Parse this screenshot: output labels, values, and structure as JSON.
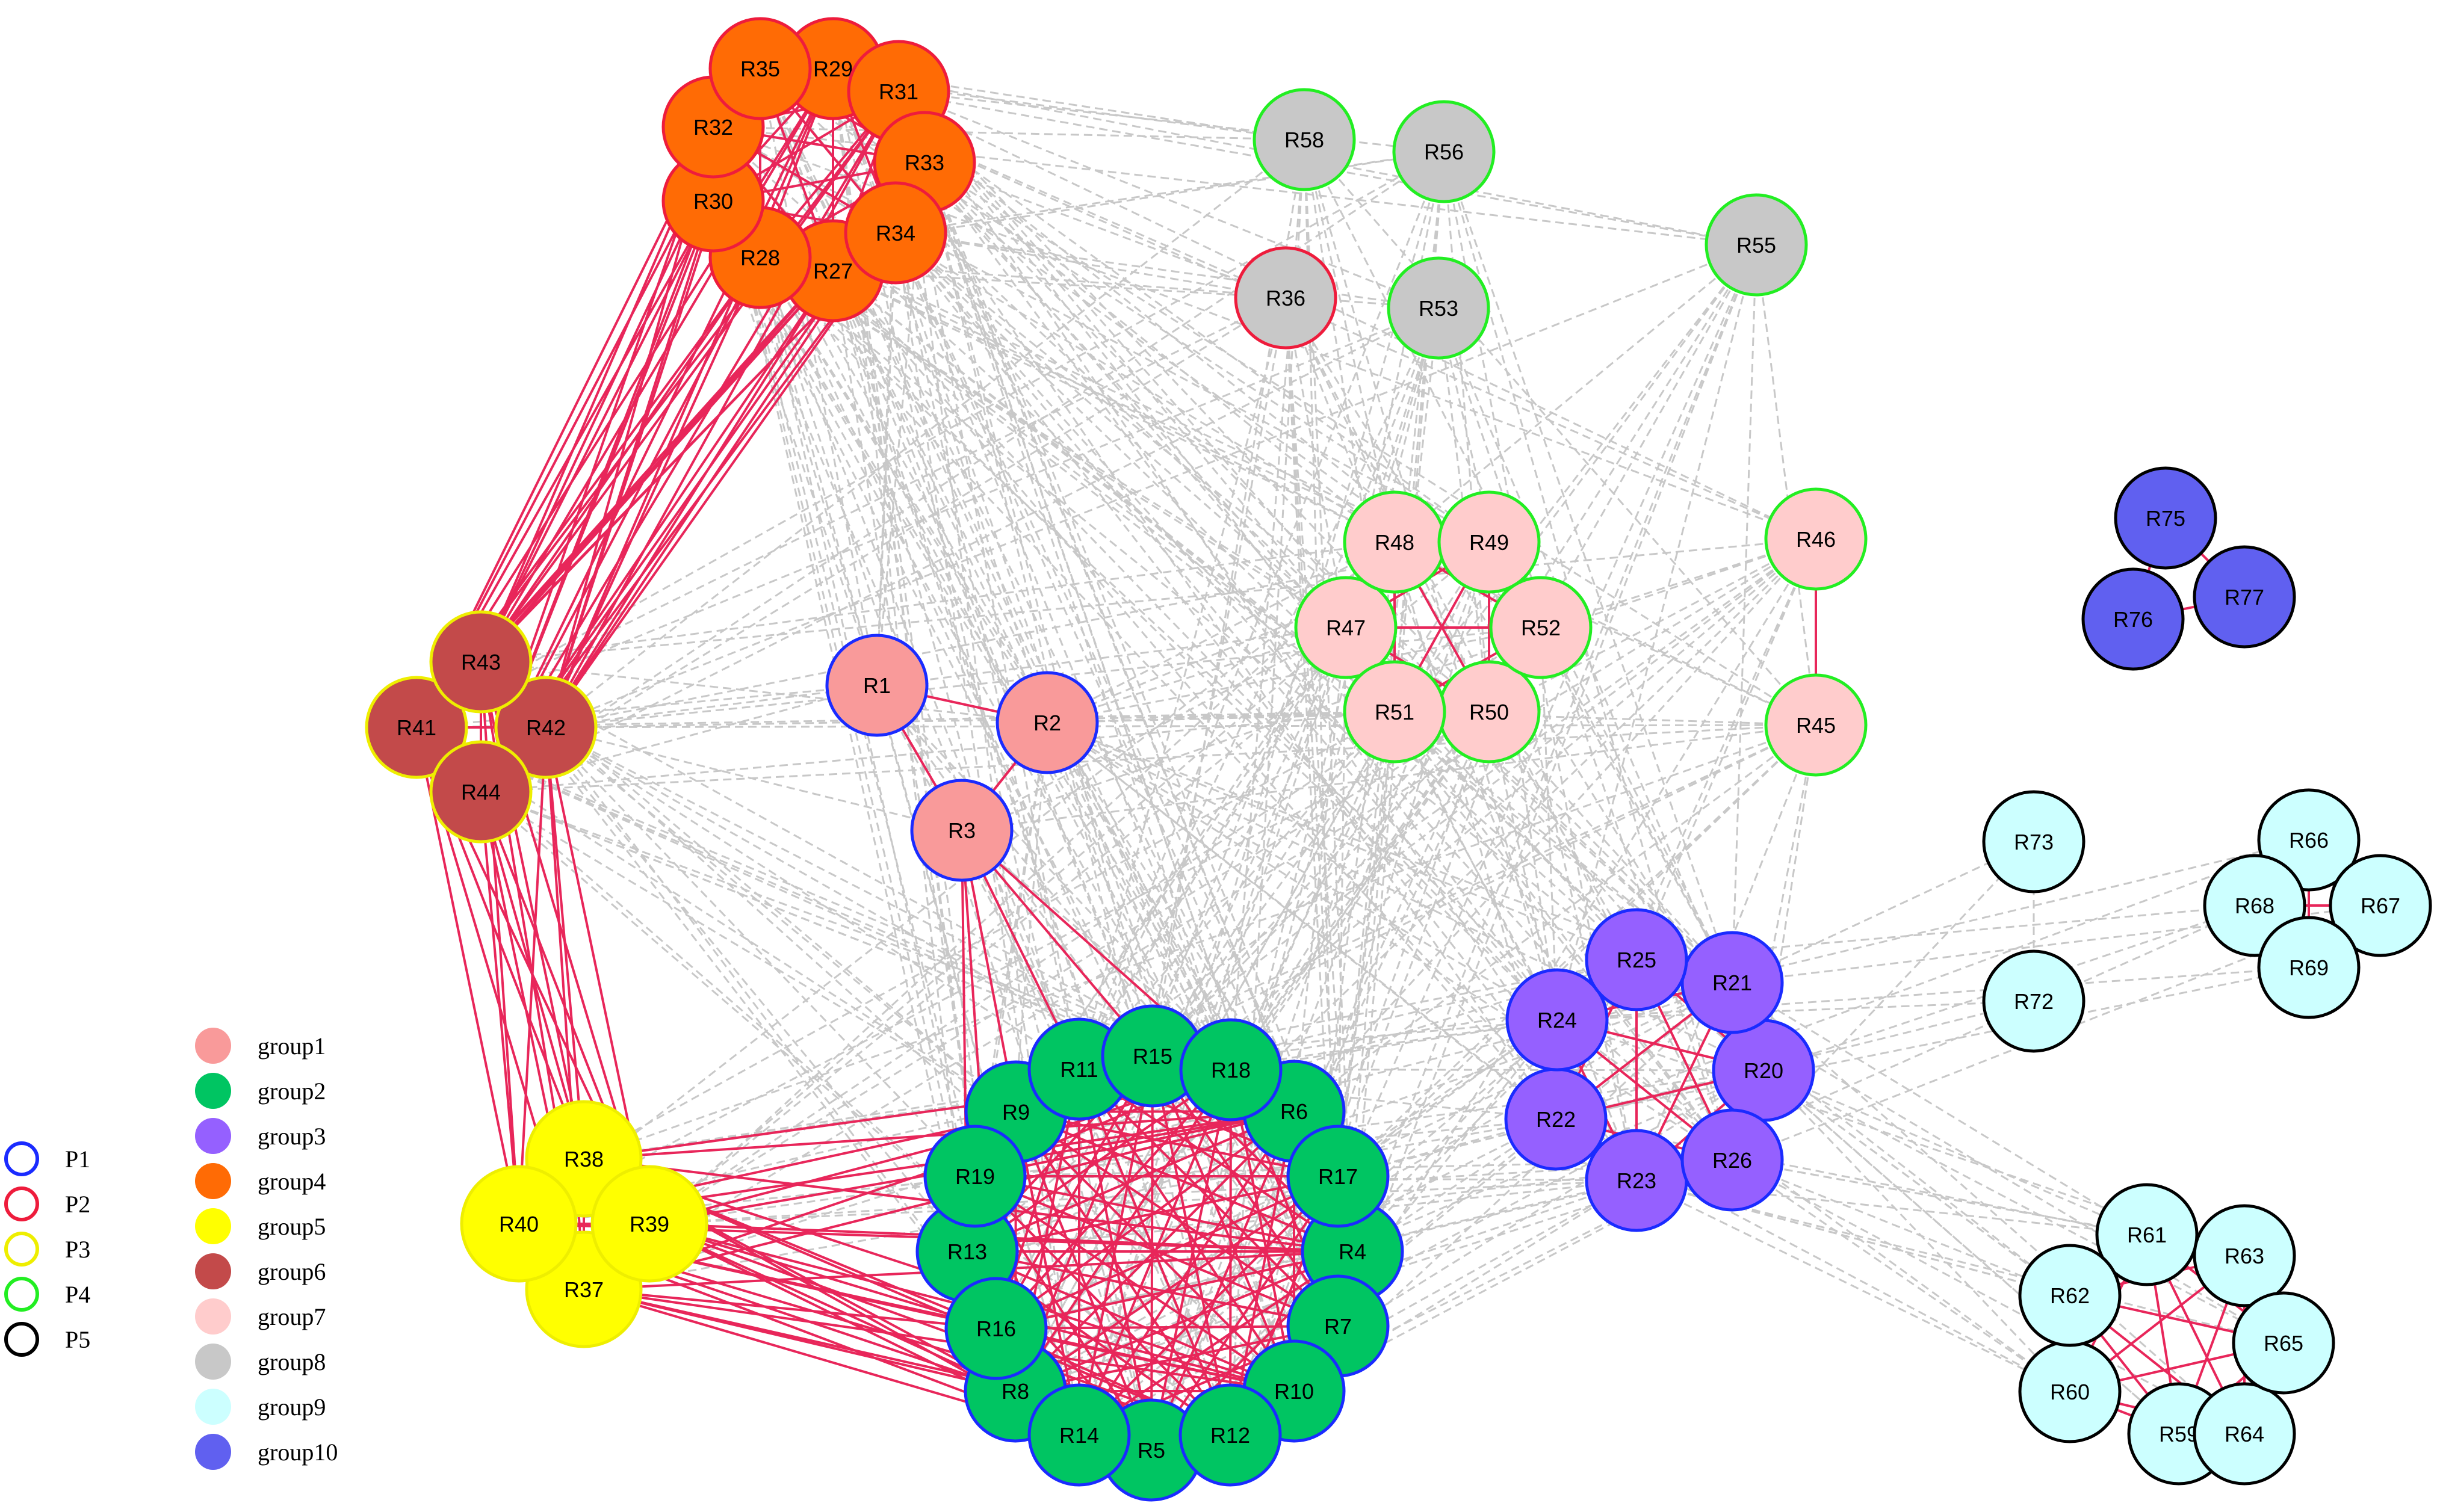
{
  "diagram": {
    "colors": {
      "edge_within": "#e8265a",
      "edge_between": "#c8c8c8"
    },
    "groups": [
      {
        "id": "group1",
        "label": "group1",
        "color": "#f99a9a"
      },
      {
        "id": "group2",
        "label": "group2",
        "color": "#00c562"
      },
      {
        "id": "group3",
        "label": "group3",
        "color": "#9560ff"
      },
      {
        "id": "group4",
        "label": "group4",
        "color": "#ff6b05"
      },
      {
        "id": "group5",
        "label": "group5",
        "color": "#ffff00"
      },
      {
        "id": "group6",
        "label": "group6",
        "color": "#c34a4a"
      },
      {
        "id": "group7",
        "label": "group7",
        "color": "#ffcccc"
      },
      {
        "id": "group8",
        "label": "group8",
        "color": "#c8c8c8"
      },
      {
        "id": "group9",
        "label": "group9",
        "color": "#ccffff"
      },
      {
        "id": "group10",
        "label": "group10",
        "color": "#6060f0"
      }
    ],
    "periods": [
      {
        "id": "P1",
        "label": "P1",
        "color": "#1a2bff"
      },
      {
        "id": "P2",
        "label": "P2",
        "color": "#ee1c3c"
      },
      {
        "id": "P3",
        "label": "P3",
        "color": "#eeee00"
      },
      {
        "id": "P4",
        "label": "P4",
        "color": "#22ee22"
      },
      {
        "id": "P5",
        "label": "P5",
        "color": "#000000"
      }
    ],
    "nodes": [
      {
        "id": "R1",
        "group": "group1",
        "period": "P1"
      },
      {
        "id": "R2",
        "group": "group1",
        "period": "P1"
      },
      {
        "id": "R3",
        "group": "group1",
        "period": "P1"
      },
      {
        "id": "R4",
        "group": "group2",
        "period": "P1"
      },
      {
        "id": "R5",
        "group": "group2",
        "period": "P1"
      },
      {
        "id": "R6",
        "group": "group2",
        "period": "P1"
      },
      {
        "id": "R7",
        "group": "group2",
        "period": "P1"
      },
      {
        "id": "R8",
        "group": "group2",
        "period": "P1"
      },
      {
        "id": "R9",
        "group": "group2",
        "period": "P1"
      },
      {
        "id": "R10",
        "group": "group2",
        "period": "P1"
      },
      {
        "id": "R11",
        "group": "group2",
        "period": "P1"
      },
      {
        "id": "R12",
        "group": "group2",
        "period": "P1"
      },
      {
        "id": "R13",
        "group": "group2",
        "period": "P1"
      },
      {
        "id": "R14",
        "group": "group2",
        "period": "P1"
      },
      {
        "id": "R15",
        "group": "group2",
        "period": "P1"
      },
      {
        "id": "R16",
        "group": "group2",
        "period": "P1"
      },
      {
        "id": "R17",
        "group": "group2",
        "period": "P1"
      },
      {
        "id": "R18",
        "group": "group2",
        "period": "P1"
      },
      {
        "id": "R19",
        "group": "group2",
        "period": "P1"
      },
      {
        "id": "R20",
        "group": "group3",
        "period": "P1"
      },
      {
        "id": "R21",
        "group": "group3",
        "period": "P1"
      },
      {
        "id": "R22",
        "group": "group3",
        "period": "P1"
      },
      {
        "id": "R23",
        "group": "group3",
        "period": "P1"
      },
      {
        "id": "R24",
        "group": "group3",
        "period": "P1"
      },
      {
        "id": "R25",
        "group": "group3",
        "period": "P1"
      },
      {
        "id": "R26",
        "group": "group3",
        "period": "P1"
      },
      {
        "id": "R27",
        "group": "group4",
        "period": "P2"
      },
      {
        "id": "R28",
        "group": "group4",
        "period": "P2"
      },
      {
        "id": "R29",
        "group": "group4",
        "period": "P2"
      },
      {
        "id": "R30",
        "group": "group4",
        "period": "P2"
      },
      {
        "id": "R31",
        "group": "group4",
        "period": "P2"
      },
      {
        "id": "R32",
        "group": "group4",
        "period": "P2"
      },
      {
        "id": "R33",
        "group": "group4",
        "period": "P2"
      },
      {
        "id": "R34",
        "group": "group4",
        "period": "P2"
      },
      {
        "id": "R35",
        "group": "group4",
        "period": "P2"
      },
      {
        "id": "R36",
        "group": "group8",
        "period": "P2"
      },
      {
        "id": "R37",
        "group": "group5",
        "period": "P3"
      },
      {
        "id": "R38",
        "group": "group5",
        "period": "P3"
      },
      {
        "id": "R39",
        "group": "group5",
        "period": "P3"
      },
      {
        "id": "R40",
        "group": "group5",
        "period": "P3"
      },
      {
        "id": "R41",
        "group": "group6",
        "period": "P3"
      },
      {
        "id": "R42",
        "group": "group6",
        "period": "P3"
      },
      {
        "id": "R43",
        "group": "group6",
        "period": "P3"
      },
      {
        "id": "R44",
        "group": "group6",
        "period": "P3"
      },
      {
        "id": "R45",
        "group": "group7",
        "period": "P4"
      },
      {
        "id": "R46",
        "group": "group7",
        "period": "P4"
      },
      {
        "id": "R47",
        "group": "group7",
        "period": "P4"
      },
      {
        "id": "R48",
        "group": "group7",
        "period": "P4"
      },
      {
        "id": "R49",
        "group": "group7",
        "period": "P4"
      },
      {
        "id": "R50",
        "group": "group7",
        "period": "P4"
      },
      {
        "id": "R51",
        "group": "group7",
        "period": "P4"
      },
      {
        "id": "R52",
        "group": "group7",
        "period": "P4"
      },
      {
        "id": "R53",
        "group": "group8",
        "period": "P4"
      },
      {
        "id": "R55",
        "group": "group8",
        "period": "P4"
      },
      {
        "id": "R56",
        "group": "group8",
        "period": "P4"
      },
      {
        "id": "R58",
        "group": "group8",
        "period": "P4"
      },
      {
        "id": "R59",
        "group": "group9",
        "period": "P5"
      },
      {
        "id": "R60",
        "group": "group9",
        "period": "P5"
      },
      {
        "id": "R61",
        "group": "group9",
        "period": "P5"
      },
      {
        "id": "R62",
        "group": "group9",
        "period": "P5"
      },
      {
        "id": "R63",
        "group": "group9",
        "period": "P5"
      },
      {
        "id": "R64",
        "group": "group9",
        "period": "P5"
      },
      {
        "id": "R65",
        "group": "group9",
        "period": "P5"
      },
      {
        "id": "R66",
        "group": "group9",
        "period": "P5"
      },
      {
        "id": "R67",
        "group": "group9",
        "period": "P5"
      },
      {
        "id": "R68",
        "group": "group9",
        "period": "P5"
      },
      {
        "id": "R69",
        "group": "group9",
        "period": "P5"
      },
      {
        "id": "R72",
        "group": "group9",
        "period": "P5"
      },
      {
        "id": "R73",
        "group": "group9",
        "period": "P5"
      },
      {
        "id": "R75",
        "group": "group10",
        "period": "P5"
      },
      {
        "id": "R76",
        "group": "group10",
        "period": "P5"
      },
      {
        "id": "R77",
        "group": "group10",
        "period": "P5"
      }
    ]
  }
}
